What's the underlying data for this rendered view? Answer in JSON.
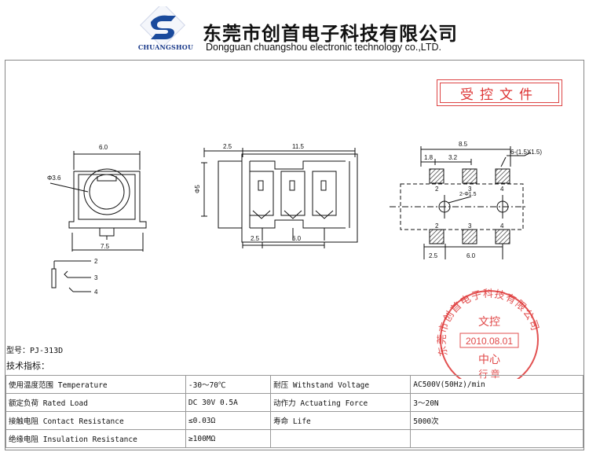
{
  "header": {
    "logo_text": "CHUANGSHOU",
    "company_cn": "东莞市创首电子科技有限公司",
    "company_en": "Dongguan chuangshou electronic technology co.,LTD."
  },
  "stamp_label": "受控文件",
  "drawing": {
    "front": {
      "width": "6.0",
      "diameter": "Φ3.6",
      "bottom": "7.5"
    },
    "side": {
      "top_left": "2.5",
      "top_len": "11.5",
      "height": "Φ5",
      "bot_left": "2.5",
      "bot_mid": "6.0"
    },
    "footprint": {
      "total": "8.5",
      "pad_spec": "6-(1.5X1.5)",
      "d1": "1.8",
      "d2": "3.2",
      "hole": "2-Φ1.5",
      "bot1": "2.5",
      "bot2": "6.0",
      "pins_top": [
        "2",
        "3",
        "4"
      ],
      "pins_bottom": [
        "2",
        "3",
        "4"
      ]
    },
    "schematic_pins": [
      "2",
      "3",
      "4"
    ]
  },
  "seal": {
    "ring_text": "东莞市创首电子科技有限公司",
    "line1": "文控",
    "date": "2010.08.01",
    "line3": "中心",
    "bottom": "行 章"
  },
  "model": {
    "label": "型号：",
    "value": "PJ-313D"
  },
  "spec_title": "技术指标：",
  "specs": [
    [
      "使用温度范围 Temperature",
      "-30～70℃",
      "耐压 Withstand Voltage",
      "AC500V(50Hz)/min"
    ],
    [
      "额定负荷 Rated Load",
      "DC 30V 0.5A",
      "动作力 Actuating Force",
      "3～20N"
    ],
    [
      "接触电阻 Contact Resistance",
      "≤0.03Ω",
      "寿命 Life",
      "5000次"
    ],
    [
      "绝缘电阻 Insulation Resistance",
      "≥100MΩ",
      "",
      ""
    ]
  ],
  "colors": {
    "logo_blue": "#1a4a9c",
    "stamp_red": "#d33333"
  }
}
